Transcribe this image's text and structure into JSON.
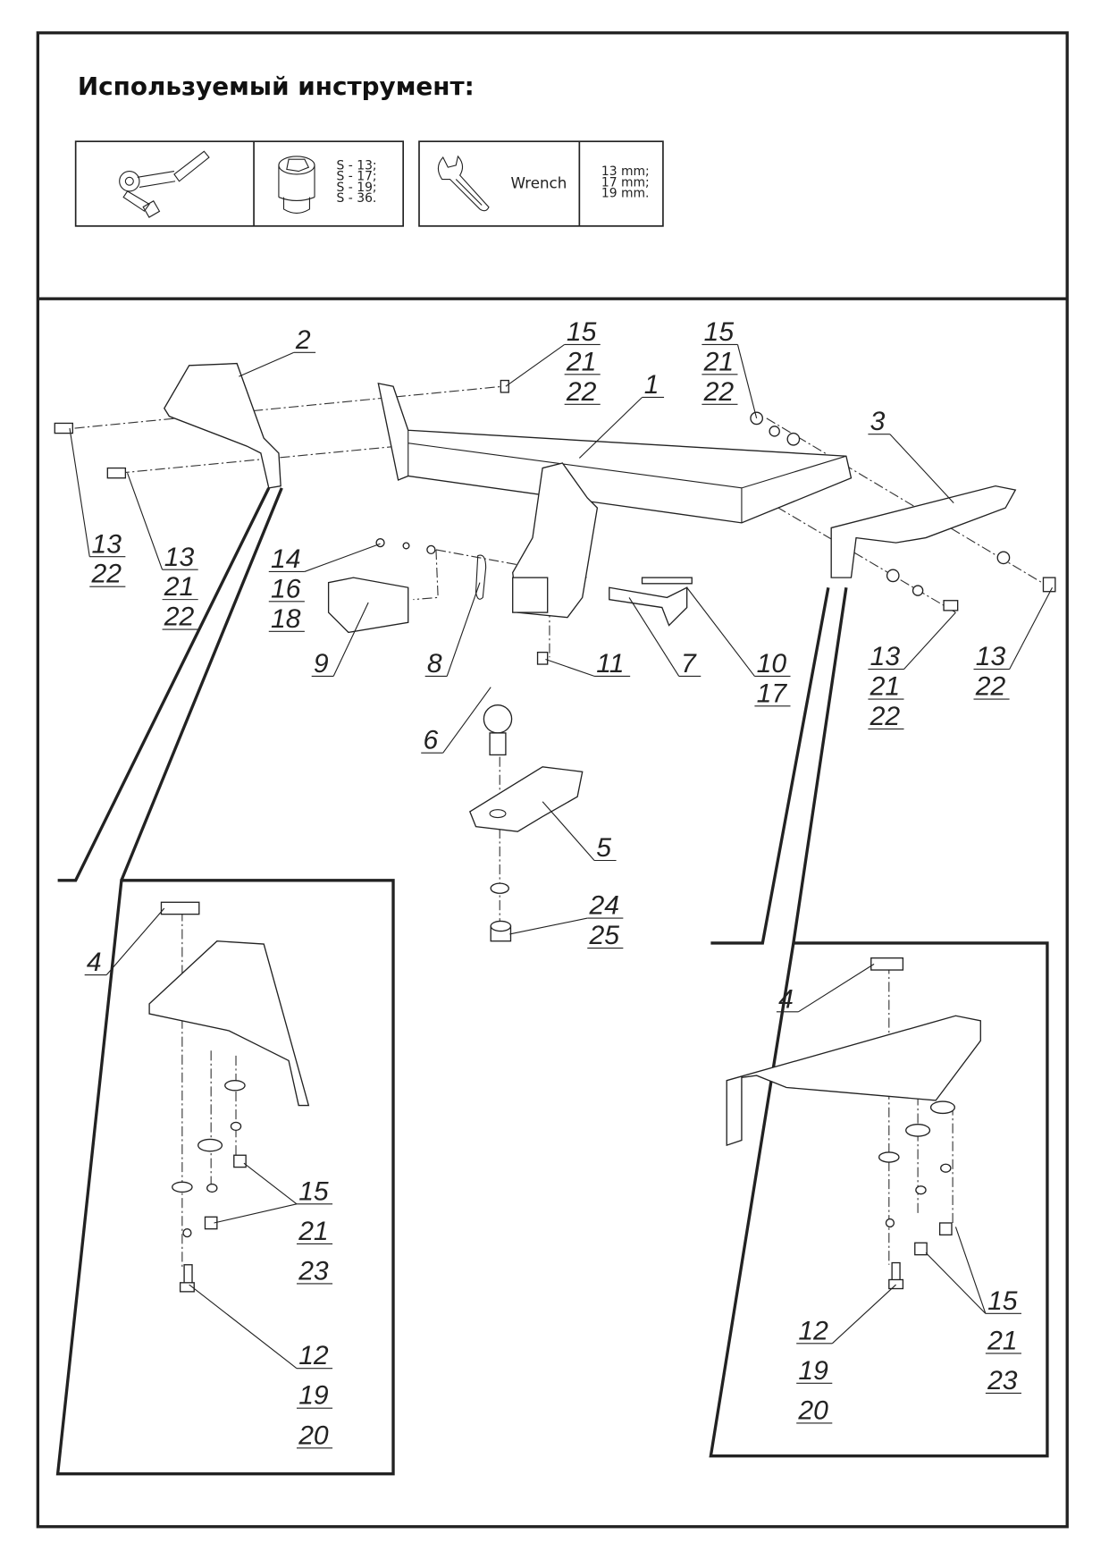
{
  "header": {
    "title": "Используемый инструмент:"
  },
  "tools": {
    "socket_sizes": [
      "S - 13;",
      "S - 17;",
      "S - 19;",
      "S - 36."
    ],
    "wrench_label": "Wrench",
    "wrench_sizes": [
      "13 mm;",
      "17 mm;",
      "19 mm."
    ]
  },
  "callouts": [
    [
      "2"
    ],
    [
      "15",
      "21",
      "22"
    ],
    [
      "1"
    ],
    [
      "15",
      "21",
      "22"
    ],
    [
      "3"
    ],
    [
      "13",
      "22"
    ],
    [
      "13",
      "21",
      "22"
    ],
    [
      "14",
      "16",
      "18"
    ],
    [
      "9"
    ],
    [
      "8"
    ],
    [
      "11"
    ],
    [
      "7"
    ],
    [
      "10",
      "17"
    ],
    [
      "13",
      "21",
      "22"
    ],
    [
      "13",
      "22"
    ],
    [
      "6"
    ],
    [
      "5"
    ],
    [
      "24",
      "25"
    ],
    [
      "4"
    ],
    [
      "15",
      "21",
      "23"
    ],
    [
      "12",
      "19",
      "20"
    ],
    [
      "4"
    ],
    [
      "12",
      "19",
      "20"
    ],
    [
      "15",
      "21",
      "23"
    ]
  ]
}
